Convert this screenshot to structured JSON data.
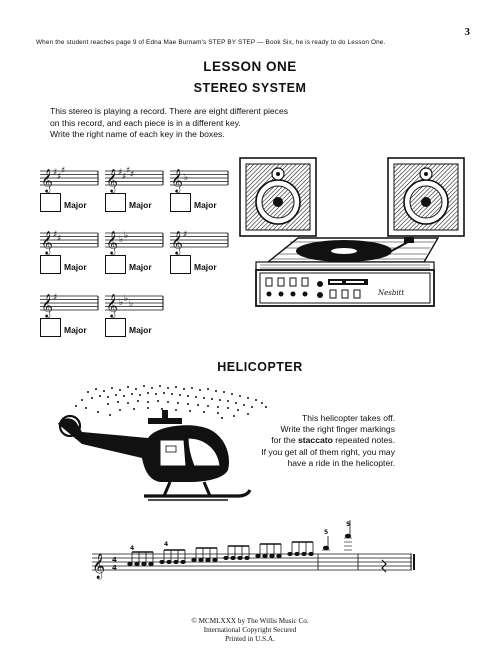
{
  "page_number": "3",
  "intro_note": "When the student reaches page 9 of Edna Mae Burnam's STEP BY STEP — Book Six, he is ready to do Lesson One.",
  "lesson_title": "LESSON ONE",
  "stereo": {
    "title": "STEREO SYSTEM",
    "instructions": [
      "This stereo is playing a record. There are eight different pieces",
      "on this record, and each piece is in a different key.",
      "Write the right name of each key in the boxes."
    ],
    "keys": [
      {
        "signature": "three sharps",
        "label": "Major"
      },
      {
        "signature": "four sharps",
        "label": "Major"
      },
      {
        "signature": "one flat",
        "label": "Major"
      },
      {
        "signature": "two sharps",
        "label": "Major"
      },
      {
        "signature": "two flats",
        "label": "Major"
      },
      {
        "signature": "one sharp",
        "label": "Major"
      },
      {
        "signature": "one sharp",
        "label": "Major"
      },
      {
        "signature": "three flats",
        "label": "Major"
      }
    ],
    "turntable_signature": "Nesbitt"
  },
  "helicopter": {
    "title": "HELICOPTER",
    "text_lines": [
      {
        "before": "This helicopter takes off.",
        "bold": "",
        "after": ""
      },
      {
        "before": "Write the right finger markings",
        "bold": "",
        "after": ""
      },
      {
        "before": "for the ",
        "bold": "staccato",
        "after": " repeated notes."
      },
      {
        "before": "If you get all of them right, you may",
        "bold": "",
        "after": ""
      },
      {
        "before": "have a ride in the helicopter.",
        "bold": "",
        "after": ""
      }
    ],
    "melody_time_signature": "4/4",
    "finger_numbers": [
      "4",
      "4",
      "5",
      "5"
    ]
  },
  "footer": [
    "© MCMLXXX by The Willis Music Co.",
    "International Copyright Secured",
    "Printed in U.S.A."
  ]
}
